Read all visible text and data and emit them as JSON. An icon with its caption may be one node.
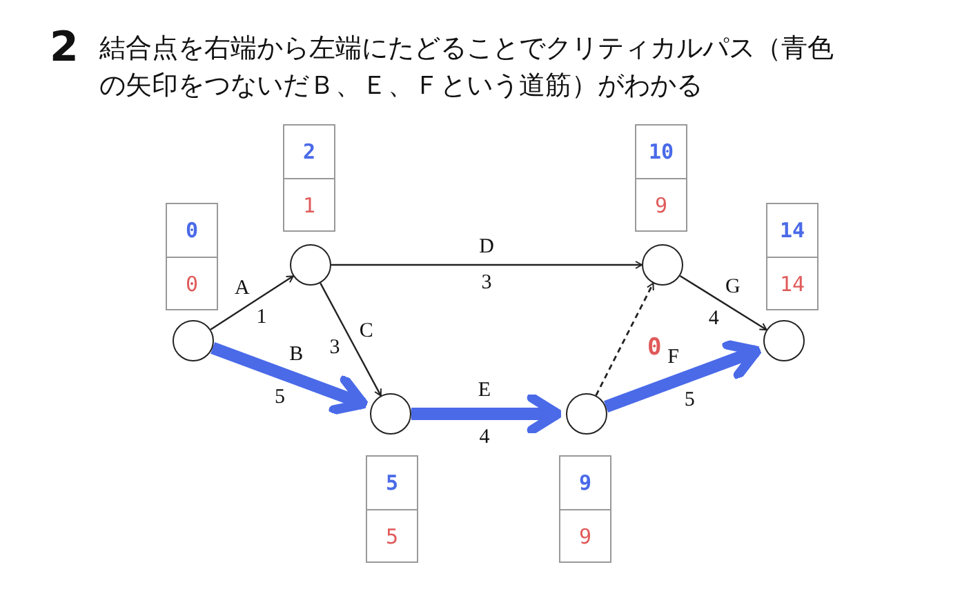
{
  "diagram": {
    "title": "結合点を右端から左端にたどることでクリティカルパス（青色の矢印をつないだＢ、Ｅ、Ｆという道筋）がわかる",
    "nodes": [
      {
        "text": [],
        "shape": "circle",
        "beside": [
          "0",
          "0"
        ]
      },
      {
        "text": [],
        "shape": "circle",
        "beside": [
          "2",
          "1"
        ]
      },
      {
        "text": [],
        "shape": "circle",
        "beside": [
          "5",
          "5"
        ]
      },
      {
        "text": [],
        "shape": "circle",
        "beside": [
          "9",
          "9"
        ]
      },
      {
        "text": [],
        "shape": "circle",
        "beside": [
          "10",
          "9"
        ]
      },
      {
        "text": [],
        "shape": "circle",
        "beside": [
          "14",
          "14"
        ]
      }
    ],
    "edges": [
      {
        "from": 0,
        "to": 1,
        "arrow": "to",
        "label": "A 1"
      },
      {
        "from": 0,
        "to": 2,
        "arrow": "to",
        "label": "B 5",
        "style": "thick",
        "color": "#4a6ae8"
      },
      {
        "from": 1,
        "to": 2,
        "arrow": "to",
        "label": "C 3"
      },
      {
        "from": 1,
        "to": 4,
        "arrow": "to",
        "label": "D 3"
      },
      {
        "from": 2,
        "to": 3,
        "arrow": "to",
        "label": "E 4",
        "style": "thick",
        "color": "#4a6ae8"
      },
      {
        "from": 3,
        "to": 4,
        "arrow": "to",
        "label": "0",
        "style": "dashed"
      },
      {
        "from": 3,
        "to": 5,
        "arrow": "to",
        "label": "F 5",
        "style": "thick",
        "color": "#4a6ae8"
      },
      {
        "from": 4,
        "to": 5,
        "arrow": "to",
        "label": "G 4"
      }
    ],
    "labels": [
      "2"
    ]
  }
}
